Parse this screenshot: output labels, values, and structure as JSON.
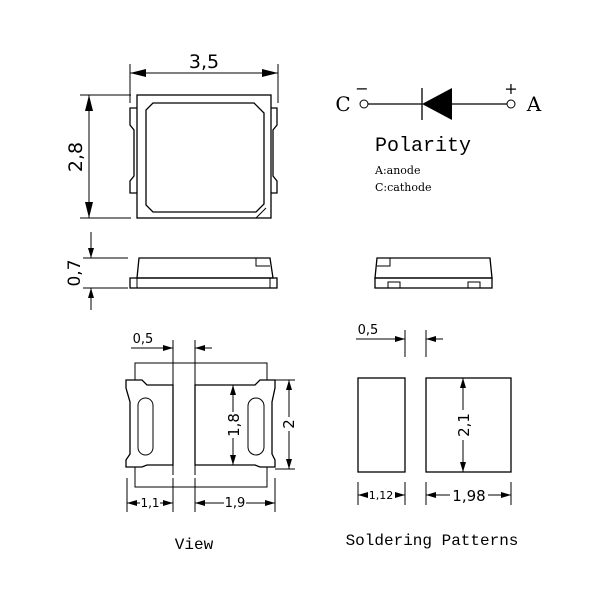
{
  "dimensions": {
    "top_width": "3,5",
    "top_height": "2,8",
    "side_thickness": "0,7",
    "bottom_gap": "0,5",
    "bottom_pad_inner_height": "1,8",
    "bottom_pad_height": "2",
    "bottom_left_pad_width": "1,1",
    "bottom_right_pad_width": "1,9",
    "solder_gap": "0,5",
    "solder_height": "2,1",
    "solder_left_width": "1,12",
    "solder_right_width": "1,98"
  },
  "polarity": {
    "cathode_letter": "C",
    "anode_letter": "A",
    "minus": "−",
    "plus": "+",
    "title": "Polarity",
    "anode_label": "A:anode",
    "cathode_label": "C:cathode"
  },
  "captions": {
    "bottom_view": "View",
    "soldering": "Soldering Patterns"
  }
}
